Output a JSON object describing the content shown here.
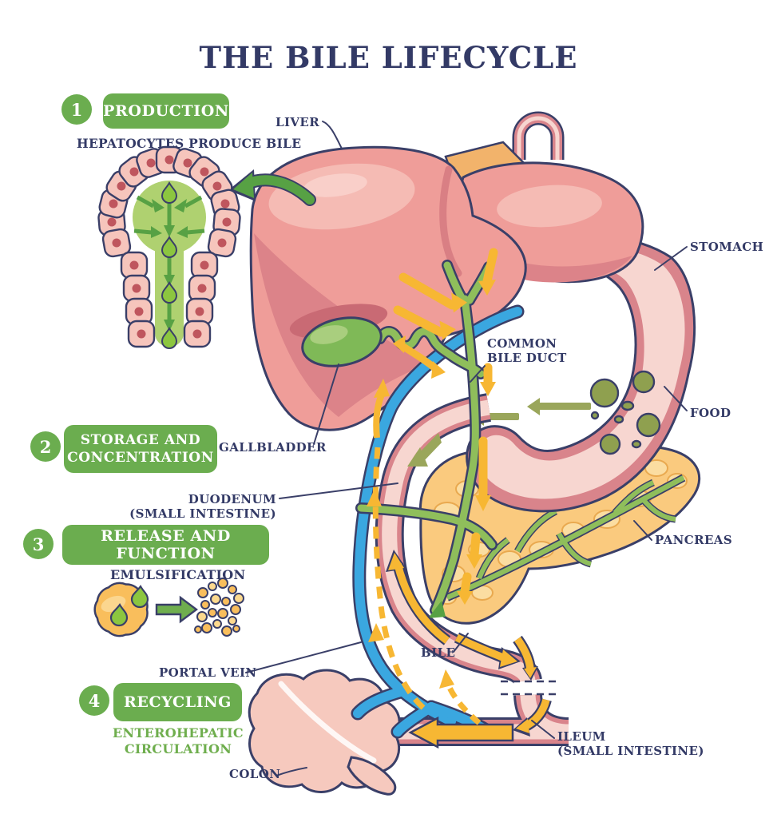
{
  "title": "THE BILE LIFECYCLE",
  "colors": {
    "navy_text": "#333A66",
    "step_green": "#6BAD4F",
    "accent_green_text": "#6FAE4E",
    "bile_yellow": "#F7B733",
    "portal_vein_blue": "#3AA7E0",
    "liver_pink": "#EF9D99",
    "gut_wall_pink": "#D9848B",
    "gut_lumen_pink": "#F7D6D0",
    "pancreas_orange": "#FACA7E",
    "food_olive": "#8FA04F",
    "organ_green": "#7FB957"
  },
  "steps": [
    {
      "number": "1",
      "label": "PRODUCTION",
      "sublabel": "HEPATOCYTES PRODUCE BILE"
    },
    {
      "number": "2",
      "label_line1": "STORAGE AND",
      "label_line2": "CONCENTRATION"
    },
    {
      "number": "3",
      "label": "RELEASE AND FUNCTION",
      "sublabel": "EMULSIFICATION"
    },
    {
      "number": "4",
      "label": "RECYCLING",
      "sublabel_line1": "ENTEROHEPATIC",
      "sublabel_line2": "CIRCULATION"
    }
  ],
  "labels": {
    "liver": "LIVER",
    "stomach": "STOMACH",
    "common_bile_duct_line1": "COMMON",
    "common_bile_duct_line2": "BILE DUCT",
    "food": "FOOD",
    "gallbladder": "GALLBLADDER",
    "duodenum_line1": "DUODENUM",
    "duodenum_line2": "(SMALL INTESTINE)",
    "pancreas": "PANCREAS",
    "bile": "BILE",
    "portal_vein": "PORTAL VEIN",
    "ileum_line1": "ILEUM",
    "ileum_line2": "(SMALL INTESTINE)",
    "colon": "COLON"
  }
}
